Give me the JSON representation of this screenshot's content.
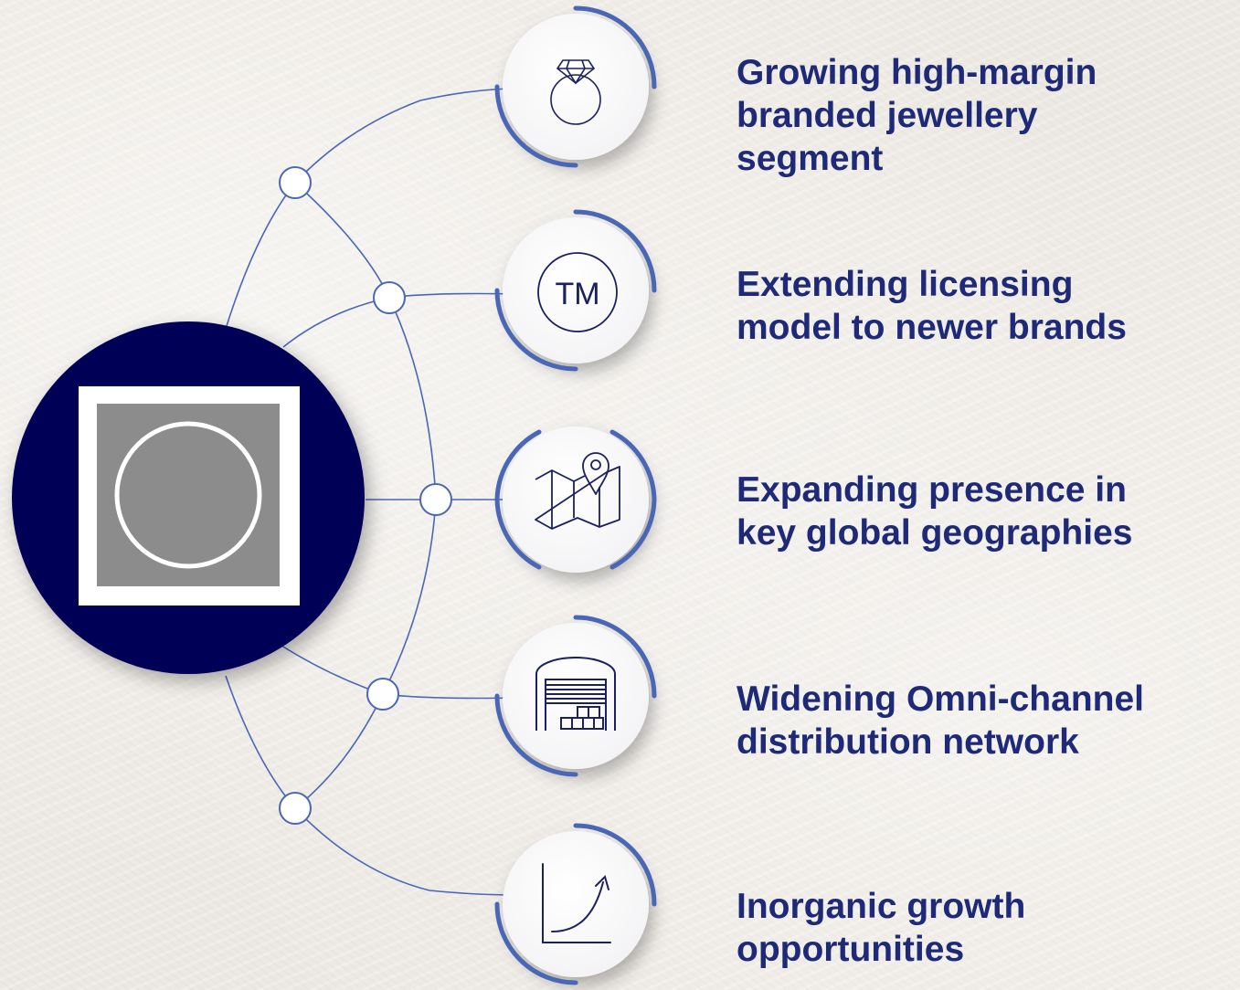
{
  "accent_color": "#4a67b6",
  "hub_color": "#050557",
  "hub": {
    "icon": "ring-outline-icon"
  },
  "items": [
    {
      "icon": "diamond-ring-icon",
      "lines": [
        "Growing high-margin",
        "branded jewellery",
        "segment"
      ]
    },
    {
      "icon": "trademark-icon",
      "lines": [
        "Extending licensing",
        "model to newer brands"
      ]
    },
    {
      "icon": "map-pin-icon",
      "lines": [
        "Expanding presence in",
        "key global geographies"
      ]
    },
    {
      "icon": "warehouse-icon",
      "lines": [
        "Widening Omni-channel",
        "distribution network"
      ]
    },
    {
      "icon": "growth-chart-icon",
      "lines": [
        "Inorganic growth",
        "opportunities"
      ]
    }
  ]
}
